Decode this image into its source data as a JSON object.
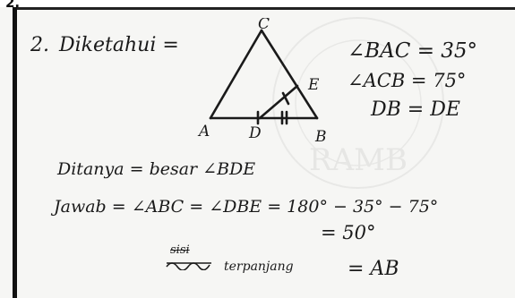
{
  "header": {
    "corner_tag": "2."
  },
  "problem": {
    "number": "2.",
    "given_label": "Diketahui =",
    "given": [
      "∠BAC = 35°",
      "∠ACB = 75°",
      "DB = DE"
    ],
    "asked": "Ditanya = besar ∠BDE",
    "answer_lines": [
      "Jawab = ∠ABC = ∠DBE = 180° − 35° − 75°",
      "= 50°"
    ],
    "side_note": {
      "crossed_word": "sisi",
      "label": "terpanjang",
      "value": "= AB"
    }
  },
  "diagram": {
    "vertex_labels": [
      "C",
      "E",
      "A",
      "D",
      "B"
    ]
  },
  "watermark_text": "RAMB"
}
